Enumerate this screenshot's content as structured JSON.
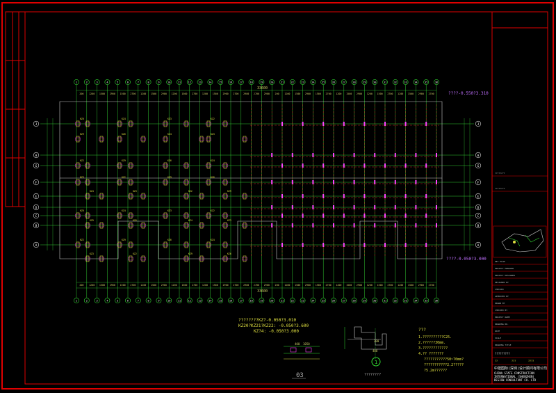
{
  "drawing": {
    "top_dim_total": "33600",
    "bottom_dim_total": "33600",
    "elev_top_note": "????-0.550?3.310",
    "elev_bottom_note": "????-0.050?3.000",
    "axis_letters": [
      "J",
      "H",
      "G",
      "F",
      "E",
      "D",
      "C",
      "B",
      "A"
    ],
    "axis_numbers": [
      "1",
      "2",
      "3",
      "4",
      "5",
      "6",
      "7",
      "8",
      "9",
      "10",
      "11",
      "12",
      "13",
      "14",
      "15",
      "16",
      "17",
      "18",
      "19",
      "20",
      "21",
      "22",
      "23",
      "24",
      "25",
      "26",
      "27",
      "28",
      "29",
      "30",
      "31",
      "32",
      "33",
      "34",
      "35",
      "36"
    ],
    "top_dims": [
      "200",
      "1200",
      "1500",
      "2900",
      "1500",
      "2700",
      "1200",
      "1500",
      "2900",
      "1200",
      "1500",
      "2700",
      "1200",
      "1500",
      "2900",
      "2700",
      "2900",
      "2700",
      "2900"
    ],
    "col_labels_left": [
      "KZ6",
      "KZ5",
      "KZ4",
      "KZ7",
      "KZ3",
      "KZ10",
      "KZ2",
      "KZ8",
      "KZ9",
      "KZ1"
    ],
    "note_block_a": [
      "????????KZ?-0.050?3.010",
      "KZ20?KZ21?KZ22: -0.050?3.600",
      "KZ?4: -0.050?3.000"
    ],
    "detail_dims": [
      "400",
      "1050",
      "200",
      "400"
    ],
    "detail_label": "03",
    "section_caption": "????????",
    "section_marker": "1",
    "notes_title": "???",
    "notes": [
      "1.??????????C25.",
      "2.??????30mm.",
      "3.????????????",
      "4.??  ???????",
      "???????????50~70mm?",
      "???????????2.2?????",
      "?5.2m??????"
    ]
  },
  "title_block": {
    "company_cn": "中建国际(深圳)设计顾问有限公司",
    "company_en": [
      "CHINA STATE CONSTRUCTION",
      "INTERNATIONAL (SHENZHEN)",
      "DESIGN CONSULTANT CO. LTD"
    ],
    "drawing_title": "?????????",
    "rows": [
      "????????",
      "????????",
      "KEY PLAN",
      "PROJECT MANAGER",
      "PROJECT DESIGNER",
      "DESIGNED BY",
      "CHECKED",
      "APPROVED BY",
      "DRAWN BY",
      "CHECKED BY",
      "PROJECT NAME",
      "DRAWING NO.",
      "DATE",
      "SCALE",
      "DRAWING TITLE"
    ],
    "rev_labels": [
      "??",
      "???",
      "????"
    ]
  }
}
